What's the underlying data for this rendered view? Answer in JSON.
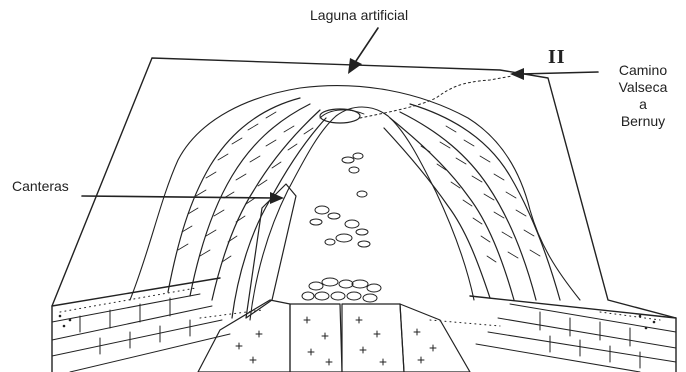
{
  "labels": {
    "laguna": "Laguna artificial",
    "canteras": "Canteras",
    "camino": [
      "Camino",
      "Valseca",
      "a",
      "Bernuy"
    ],
    "section_marker": "II"
  },
  "colors": {
    "ink": "#222222",
    "paper": "#ffffff"
  },
  "icons": {
    "arrow": "arrow-icon",
    "crystalline-cross": "cross-symbol-icon"
  }
}
